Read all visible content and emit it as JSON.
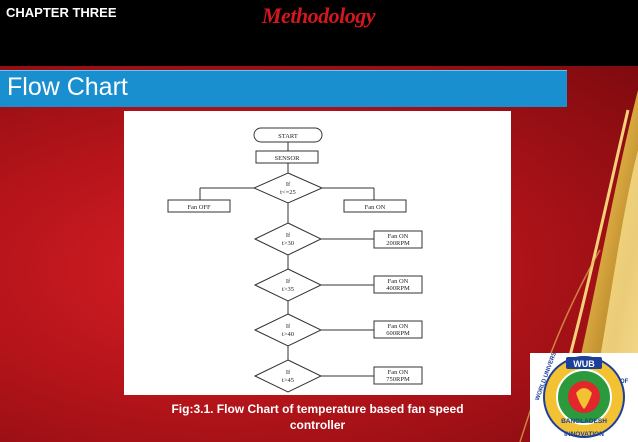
{
  "header": {
    "chapter": "CHAPTER THREE",
    "title": "Methodology"
  },
  "section": {
    "title": "Flow Chart"
  },
  "flowchart": {
    "start": "START",
    "sensor": "SENSOR",
    "decisions": [
      {
        "top": "If",
        "bottom": "t<=25"
      },
      {
        "top": "If",
        "bottom": "t>30"
      },
      {
        "top": "If",
        "bottom": "t>35"
      },
      {
        "top": "If",
        "bottom": "t>40"
      },
      {
        "top": "If",
        "bottom": "t>45"
      }
    ],
    "fan_off": "Fan OFF",
    "fan_on": "Fan ON",
    "outputs": [
      {
        "line1": "Fan ON",
        "line2": "200RPM"
      },
      {
        "line1": "Fan ON",
        "line2": "400RPM"
      },
      {
        "line1": "Fan ON",
        "line2": "600RPM"
      },
      {
        "line1": "Fan ON",
        "line2": "750RPM"
      }
    ]
  },
  "caption": {
    "line1": "Fig:3.1. Flow Chart of temperature  based  fan  speed",
    "line2": "controller"
  },
  "logo": {
    "top": "WUB",
    "ring_left": "WORLD UNIVERSITY",
    "ring_right": "OF",
    "country": "BANGLADESH",
    "bottom": "INNOVATION",
    "colors": {
      "ring": "#f3c232",
      "inner": "#2a9a3c",
      "text": "#1c3f9a"
    }
  }
}
